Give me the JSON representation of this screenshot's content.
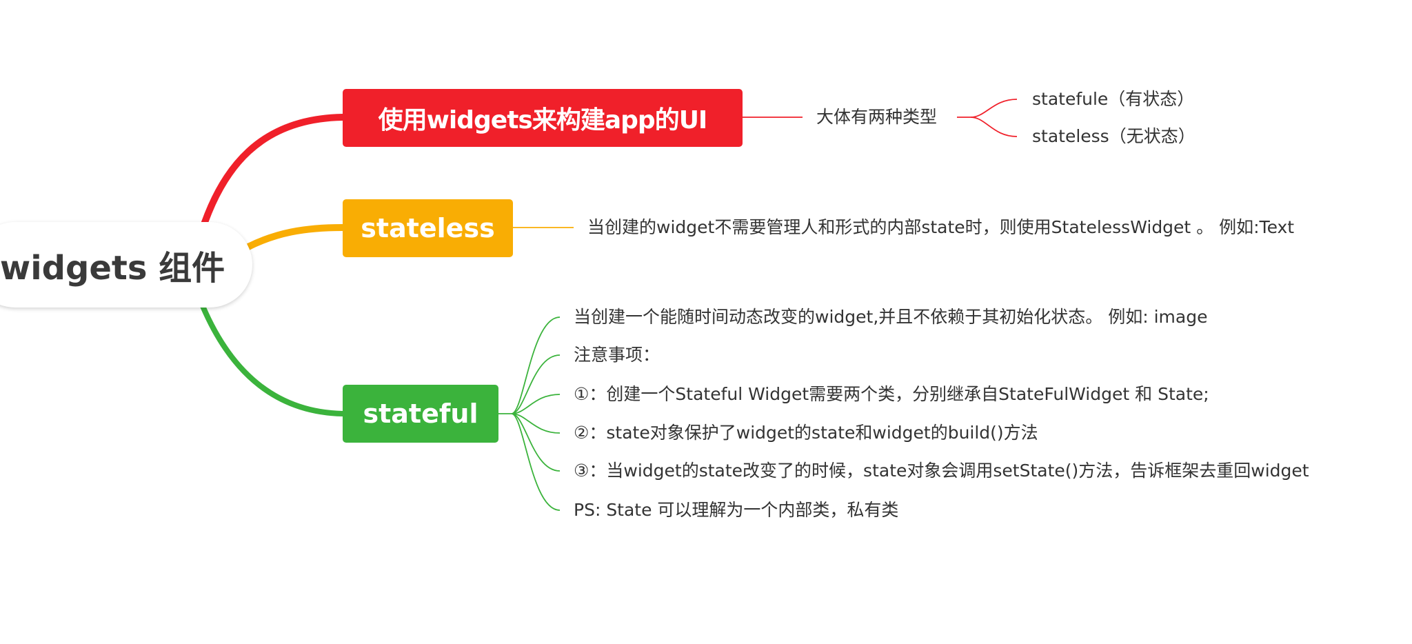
{
  "root": {
    "label": "widgets 组件"
  },
  "colors": {
    "red": "#f0202a",
    "yellow": "#f9ad04",
    "green": "#3bb33c",
    "text": "#333333",
    "root_text": "#3a3a3a"
  },
  "branches": {
    "ui": {
      "label": "使用widgets来构建app的UI",
      "child": "大体有两种类型",
      "types": [
        "statefule（有状态）",
        "stateless（无状态）"
      ]
    },
    "stateless": {
      "label": "stateless",
      "note": "当创建的widget不需要管理人和形式的内部state时，则使用StatelessWidget 。 例如:Text"
    },
    "stateful": {
      "label": "stateful",
      "notes": [
        "当创建一个能随时间动态改变的widget,并且不依赖于其初始化状态。 例如: image",
        "注意事项：",
        "①：创建一个Stateful Widget需要两个类，分别继承自StateFulWidget 和 State;",
        "②：state对象保护了widget的state和widget的build()方法",
        "③：当widget的state改变了的时候，state对象会调用setState()方法，告诉框架去重回widget",
        "PS:   State 可以理解为一个内部类，私有类"
      ]
    }
  }
}
